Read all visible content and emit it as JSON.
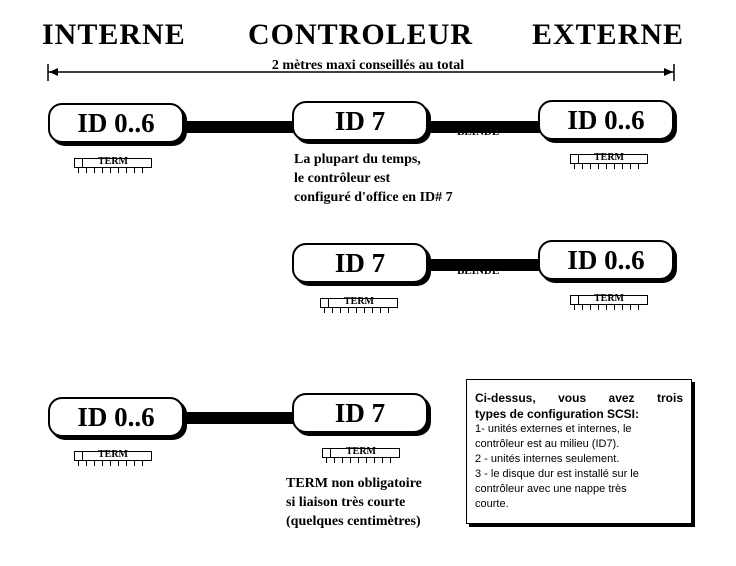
{
  "headers": {
    "interne": "INTERNE",
    "controleur": "CONTROLEUR",
    "externe": "EXTERNE"
  },
  "dimension_label": "2 mètres maxi conseillés au total",
  "config1": {
    "internal_device": "ID 0..6",
    "controller": "ID 7",
    "external_device": "ID 0..6",
    "cable_label": "BLINDE",
    "term_internal": "TERM",
    "term_external": "TERM",
    "note": [
      "La plupart du temps,",
      "le contrôleur est",
      "configuré d'office en ID# 7"
    ]
  },
  "config2": {
    "controller": "ID 7",
    "external_device": "ID 0..6",
    "cable_label": "BLINDE",
    "term_controller": "TERM",
    "term_external": "TERM"
  },
  "config3": {
    "internal_device": "ID 0..6",
    "controller": "ID 7",
    "term_internal": "TERM",
    "term_controller": "TERM",
    "note": [
      "TERM non obligatoire",
      "si liaison très courte",
      "(quelques centimètres)"
    ]
  },
  "infobox": {
    "title_line1": "Ci-dessus, vous avez trois",
    "title_line2": "types de configuration SCSI:",
    "lines": [
      "1- unités externes et internes, le",
      "contrôleur est au milieu (ID7).",
      "2 - unités internes seulement.",
      "3 - le disque dur est installé sur le",
      "contrôleur avec une nappe très",
      "courte."
    ]
  }
}
